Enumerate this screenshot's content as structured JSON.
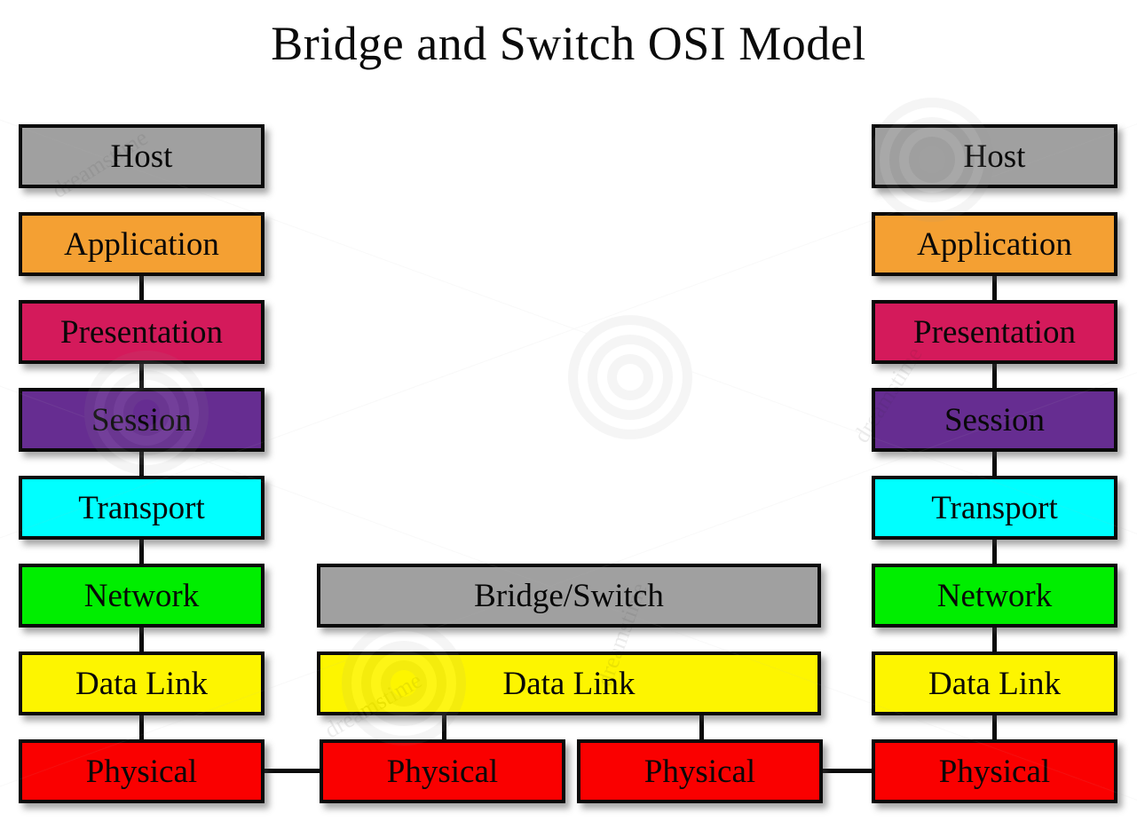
{
  "title": "Bridge and Switch OSI Model",
  "colors": {
    "host_gray": "#a0a0a0",
    "application_orange": "#f4a033",
    "presentation_crimson": "#d41a5b",
    "session_purple": "#662d91",
    "transport_cyan": "#00ffff",
    "network_green": "#00ee00",
    "datalink_yellow": "#fdf500",
    "physical_red": "#fa0000",
    "bridge_gray": "#a0a0a0",
    "border_black": "#0a0a0a",
    "background_white": "#ffffff"
  },
  "left_stack": {
    "name": "Left Host OSI Stack",
    "boxes": [
      {
        "label": "Host",
        "color": "#a0a0a0"
      },
      {
        "label": "Application",
        "color": "#f4a033"
      },
      {
        "label": "Presentation",
        "color": "#d41a5b"
      },
      {
        "label": "Session",
        "color": "#662d91"
      },
      {
        "label": "Transport",
        "color": "#00ffff"
      },
      {
        "label": "Network",
        "color": "#00ee00"
      },
      {
        "label": "Data Link",
        "color": "#fdf500"
      },
      {
        "label": "Physical",
        "color": "#fa0000"
      }
    ]
  },
  "right_stack": {
    "name": "Right Host OSI Stack",
    "boxes": [
      {
        "label": "Host",
        "color": "#a0a0a0"
      },
      {
        "label": "Application",
        "color": "#f4a033"
      },
      {
        "label": "Presentation",
        "color": "#d41a5b"
      },
      {
        "label": "Session",
        "color": "#662d91"
      },
      {
        "label": "Transport",
        "color": "#00ffff"
      },
      {
        "label": "Network",
        "color": "#00ee00"
      },
      {
        "label": "Data Link",
        "color": "#fdf500"
      },
      {
        "label": "Physical",
        "color": "#fa0000"
      }
    ]
  },
  "middle_stack": {
    "name": "Bridge/Switch device stack",
    "device_label": "Bridge/Switch",
    "device_color": "#a0a0a0",
    "datalink_label": "Data Link",
    "datalink_color": "#fdf500",
    "physical_left_label": "Physical",
    "physical_right_label": "Physical",
    "physical_color": "#fa0000"
  },
  "watermark": {
    "brand": "dreamstime",
    "occurrences": [
      "dreamstime",
      "dreamstime",
      "dreamstime",
      "dreamstime"
    ]
  }
}
